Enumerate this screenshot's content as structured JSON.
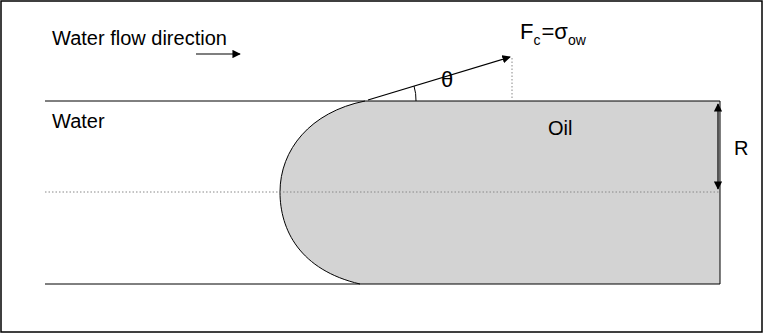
{
  "diagram": {
    "labels": [
      "Water flow direction",
      "Water",
      "Oil",
      "R",
      "θ",
      "F",
      "c",
      "=σ",
      "ow"
    ]
  }
}
